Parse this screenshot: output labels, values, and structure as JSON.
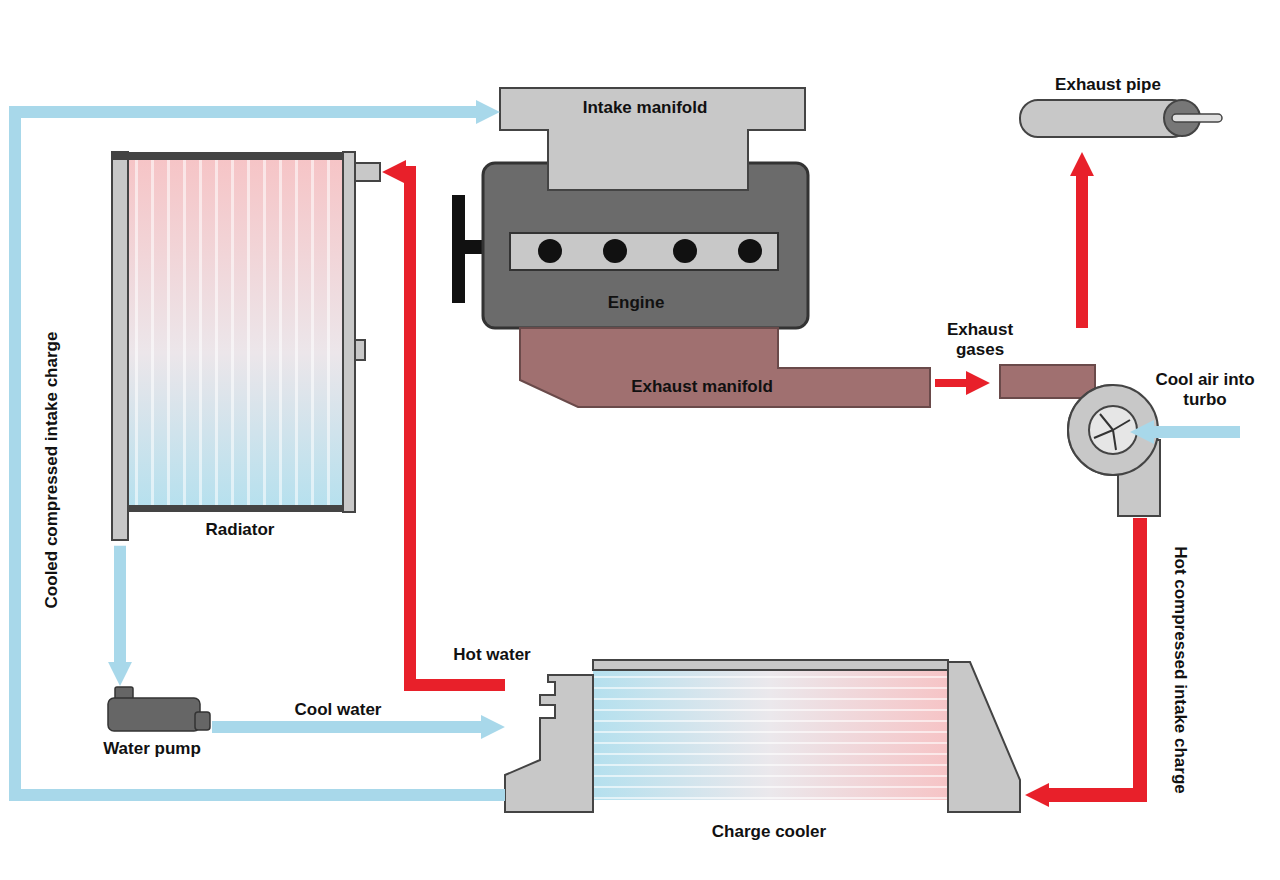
{
  "diagram": {
    "nodes": [
      {
        "text": [
          "Exhaust pipe"
        ]
      },
      {
        "text": [
          "Intake manifold"
        ]
      },
      {
        "text": [
          "Engine"
        ]
      },
      {
        "text": [
          "Radiator"
        ]
      },
      {
        "text": [
          "Exhaust manifold"
        ]
      },
      {
        "text": [
          "Water pump"
        ]
      },
      {
        "text": [
          "Charge cooler"
        ]
      }
    ],
    "edges": [
      {
        "from": 6,
        "to": 3,
        "label": "Hot water",
        "arrow": "to"
      },
      {
        "from": 3,
        "to": 5,
        "arrow": "to"
      },
      {
        "from": 5,
        "to": 6,
        "label": "Cool water",
        "arrow": "to"
      },
      {
        "from": 6,
        "to": 1,
        "label": "Cooled compressed intake charge",
        "arrow": "to"
      }
    ],
    "labels": [
      "Exhaust gases",
      "Cool air into turbo",
      "Hot compressed intake charge"
    ]
  }
}
